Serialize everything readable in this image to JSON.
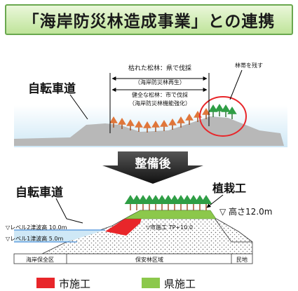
{
  "title": "「海岸防災林造成事業」との連携",
  "before": {
    "bicycle_road_label": "自転車道",
    "dead_pine_line1": "枯れた松林：県で伐採",
    "dead_pine_line2": "（海岸防災林再生）",
    "healthy_pine_line1": "健全な松林：市で伐採",
    "healthy_pine_line2": "（海岸防災林機能強化）",
    "remaining_forest_label": "林帯を残す"
  },
  "transition_label": "整備後",
  "after": {
    "bicycle_road_label": "自転車道",
    "planting_label": "植栽工",
    "height_label": "▽ 高さ12.0m",
    "tsunami_level2": "▽レベル2津波高 10.0m",
    "tsunami_level1": "▽レベル1津波高 5.0m",
    "city_works_tp": "▽市施工  TP+10.0",
    "zones": [
      "海岸保全区",
      "保安林区域",
      "民地"
    ]
  },
  "legend": [
    {
      "label": "市施工",
      "color": "#e8262a"
    },
    {
      "label": "県施工",
      "color": "#8cc84b"
    }
  ],
  "colors": {
    "banner_border": "#6aa84f",
    "sky_gradient_top": "#bfe3f5",
    "ground_grey": "#b6b6b6",
    "pine_trunk": "#9b4a1e",
    "pine_crown": "#e0763a",
    "pine_green": "#2f9e45",
    "circle": "#e8262a",
    "sea": "#4a90d9"
  }
}
